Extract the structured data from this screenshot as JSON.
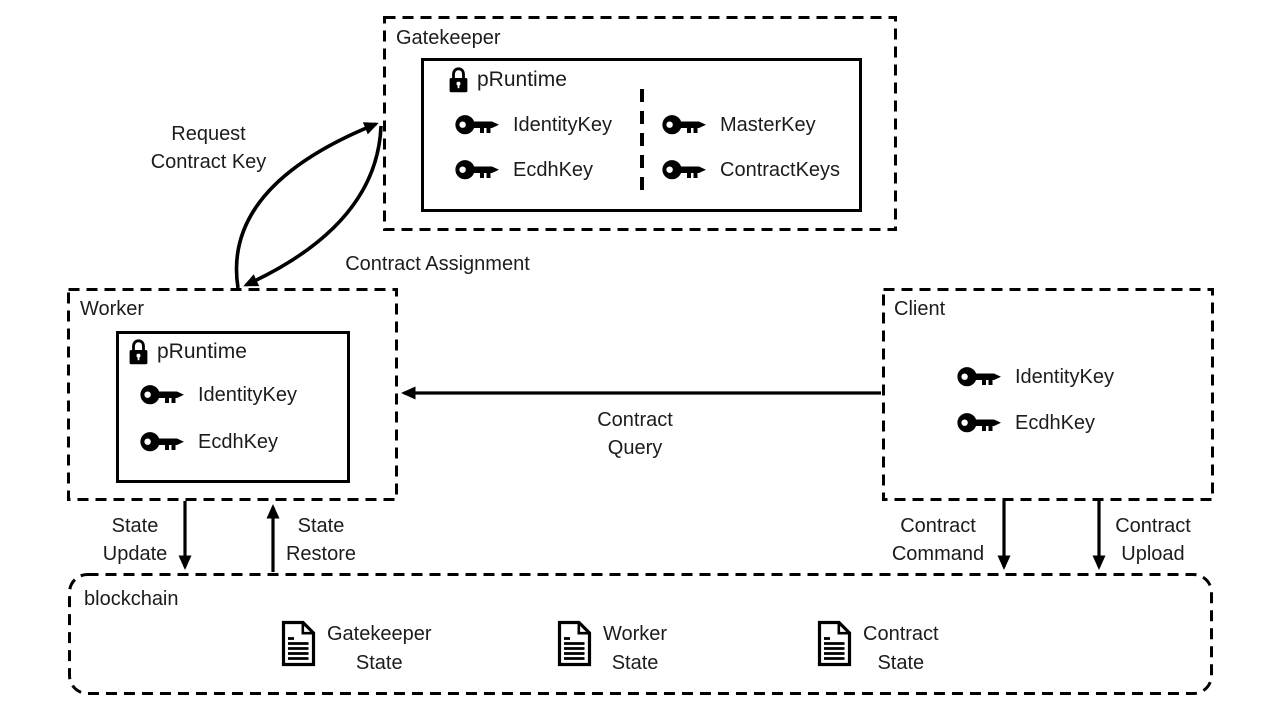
{
  "colors": {
    "stroke": "#000000",
    "text": "#1c1c1c",
    "background": "#ffffff"
  },
  "gatekeeper": {
    "title": "Gatekeeper",
    "enclave": {
      "title": "pRuntime",
      "icon": "lock-icon"
    },
    "keys_left": [
      {
        "icon": "key-icon",
        "label": "IdentityKey"
      },
      {
        "icon": "key-icon",
        "label": "EcdhKey"
      }
    ],
    "keys_right": [
      {
        "icon": "key-icon",
        "label": "MasterKey"
      },
      {
        "icon": "key-icon",
        "label": "ContractKeys"
      }
    ]
  },
  "worker": {
    "title": "Worker",
    "enclave": {
      "title": "pRuntime",
      "icon": "lock-icon"
    },
    "keys": [
      {
        "icon": "key-icon",
        "label": "IdentityKey"
      },
      {
        "icon": "key-icon",
        "label": "EcdhKey"
      }
    ]
  },
  "client": {
    "title": "Client",
    "keys": [
      {
        "icon": "key-icon",
        "label": "IdentityKey"
      },
      {
        "icon": "key-icon",
        "label": "EcdhKey"
      }
    ]
  },
  "blockchain": {
    "title": "blockchain",
    "documents": [
      {
        "icon": "document-icon",
        "line1": "Gatekeeper",
        "line2": "State"
      },
      {
        "icon": "document-icon",
        "line1": "Worker",
        "line2": "State"
      },
      {
        "icon": "document-icon",
        "line1": "Contract",
        "line2": "State"
      }
    ]
  },
  "edges": {
    "request_contract_key": {
      "line1": "Request",
      "line2": "Contract Key"
    },
    "contract_assignment": {
      "label": "Contract Assignment"
    },
    "contract_query": {
      "line1": "Contract",
      "line2": "Query"
    },
    "state_update": {
      "line1": "State",
      "line2": "Update"
    },
    "state_restore": {
      "line1": "State",
      "line2": "Restore"
    },
    "contract_command": {
      "line1": "Contract",
      "line2": "Command"
    },
    "contract_upload": {
      "line1": "Contract",
      "line2": "Upload"
    }
  }
}
